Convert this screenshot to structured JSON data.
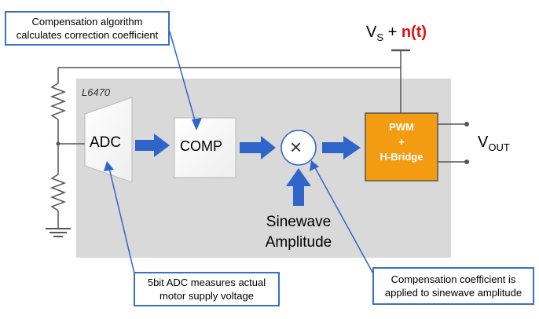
{
  "chip": {
    "name": "L6470"
  },
  "blocks": {
    "adc": "ADC",
    "comp": "COMP",
    "multiplier_symbol": "×",
    "pwm": {
      "line1": "PWM",
      "line2": "+",
      "line3": "H-Bridge"
    }
  },
  "supply": {
    "v": "V",
    "sub": "S",
    "plus": " + ",
    "noise": "n(t)"
  },
  "output": {
    "v": "V",
    "sub": "OUT"
  },
  "input": {
    "line1": "Sinewave",
    "line2": "Amplitude"
  },
  "callouts": {
    "top": {
      "line1": "Compensation algorithm",
      "line2": "calculates correction coefficient"
    },
    "bottom_left": {
      "line1": "5bit ADC measures actual",
      "line2": "motor supply voltage"
    },
    "bottom_right": {
      "line1": "Compensation coefficient is",
      "line2": "applied to sinewave amplitude"
    }
  },
  "colors": {
    "chip_bg": "#d9d9d9",
    "arrow_blue": "#2f65c8",
    "pwm_fill": "#f39c12",
    "callout_border": "#3a6fc4",
    "noise_red": "#e01010"
  }
}
